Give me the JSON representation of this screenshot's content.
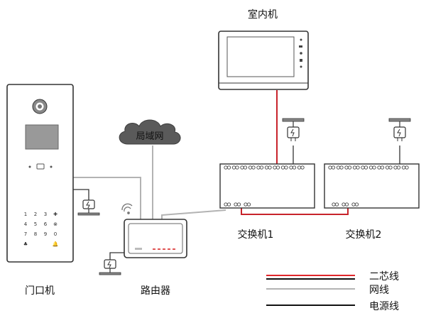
{
  "labels": {
    "indoor_unit": "室内机",
    "lan_cloud": "局域网",
    "door_station": "门口机",
    "router": "路由器",
    "switch_1": "交换机1",
    "switch_2": "交换机2"
  },
  "legend": {
    "items": [
      {
        "label": "二芯线",
        "colors": [
          "#e0262b",
          "#111111"
        ]
      },
      {
        "label": "网线",
        "colors": [
          "#b3b3b3"
        ]
      },
      {
        "label": "电源线",
        "colors": [
          "#111111"
        ]
      }
    ]
  },
  "keypad": {
    "keys": [
      "1",
      "2",
      "3",
      "✚",
      "4",
      "5",
      "6",
      "⊗",
      "7",
      "8",
      "9",
      "0",
      "♣",
      "🔔"
    ]
  },
  "colors": {
    "two_core_red": "#c8232b",
    "network_gray": "#b3b3b3",
    "power_black": "#111111",
    "device_outline": "#333333",
    "cloud_fill": "#5a5a5a"
  }
}
